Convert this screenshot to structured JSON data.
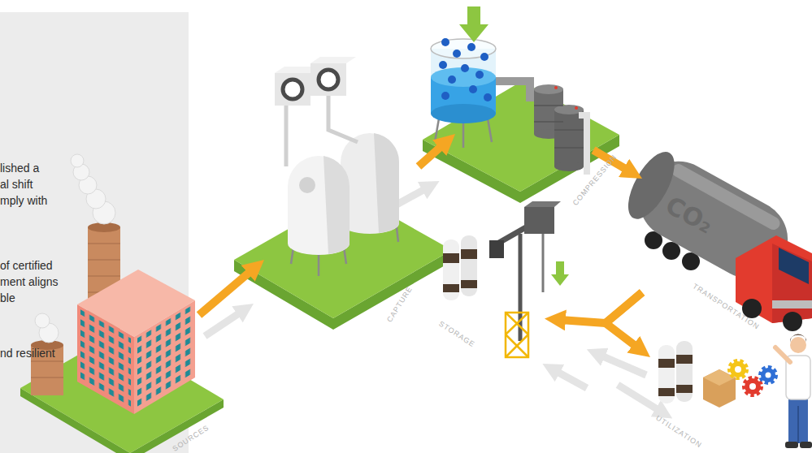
{
  "diagram": {
    "nodes": [
      {
        "text": [
          "SOURCES"
        ]
      },
      {
        "text": [
          "CAPTURE"
        ]
      },
      {
        "text": [
          "COMPRESSION"
        ]
      },
      {
        "text": [
          "TRANSPORTATION"
        ]
      },
      {
        "text": [
          "STORAGE"
        ]
      },
      {
        "text": [
          "UTILIZATION"
        ]
      }
    ],
    "edges": [
      {
        "from": 0,
        "to": 1,
        "arrow": "to"
      },
      {
        "from": 1,
        "to": 2,
        "arrow": "to"
      },
      {
        "from": 2,
        "to": 3,
        "arrow": "to"
      },
      {
        "from": 3,
        "to": 4,
        "arrow": "to"
      },
      {
        "from": 3,
        "to": 5,
        "arrow": "to"
      }
    ],
    "labels": [
      "lished a",
      "al shift",
      "mply with",
      "of certified",
      "ment aligns",
      "ble",
      "nd resilient",
      "CO₂"
    ]
  }
}
